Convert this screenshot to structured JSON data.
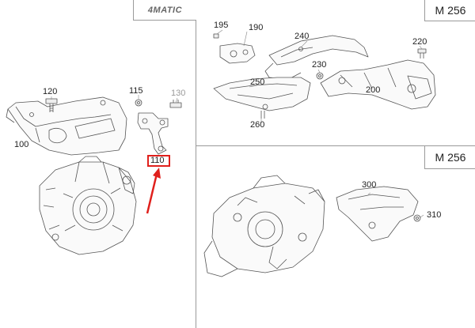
{
  "badges": {
    "drive_system": "4MATIC",
    "engine_top": "M 256",
    "engine_bottom": "M 256"
  },
  "callouts": {
    "c100": "100",
    "c110": "110",
    "c115": "115",
    "c120": "120",
    "c130": "130",
    "c190": "190",
    "c195": "195",
    "c200": "200",
    "c220": "220",
    "c230": "230",
    "c240": "240",
    "c250": "250",
    "c260": "260",
    "c300": "300",
    "c310": "310"
  },
  "highlight": {
    "part": "110",
    "color": "#e0201c"
  }
}
